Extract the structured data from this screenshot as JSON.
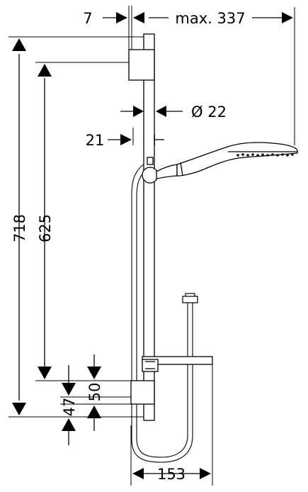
{
  "dimensions": {
    "d7": "7",
    "max337": "max. 337",
    "dia22": "Ø 22",
    "d21": "21",
    "d718": "718",
    "d625": "625",
    "d50": "50",
    "d47": "47",
    "d153": "153"
  }
}
